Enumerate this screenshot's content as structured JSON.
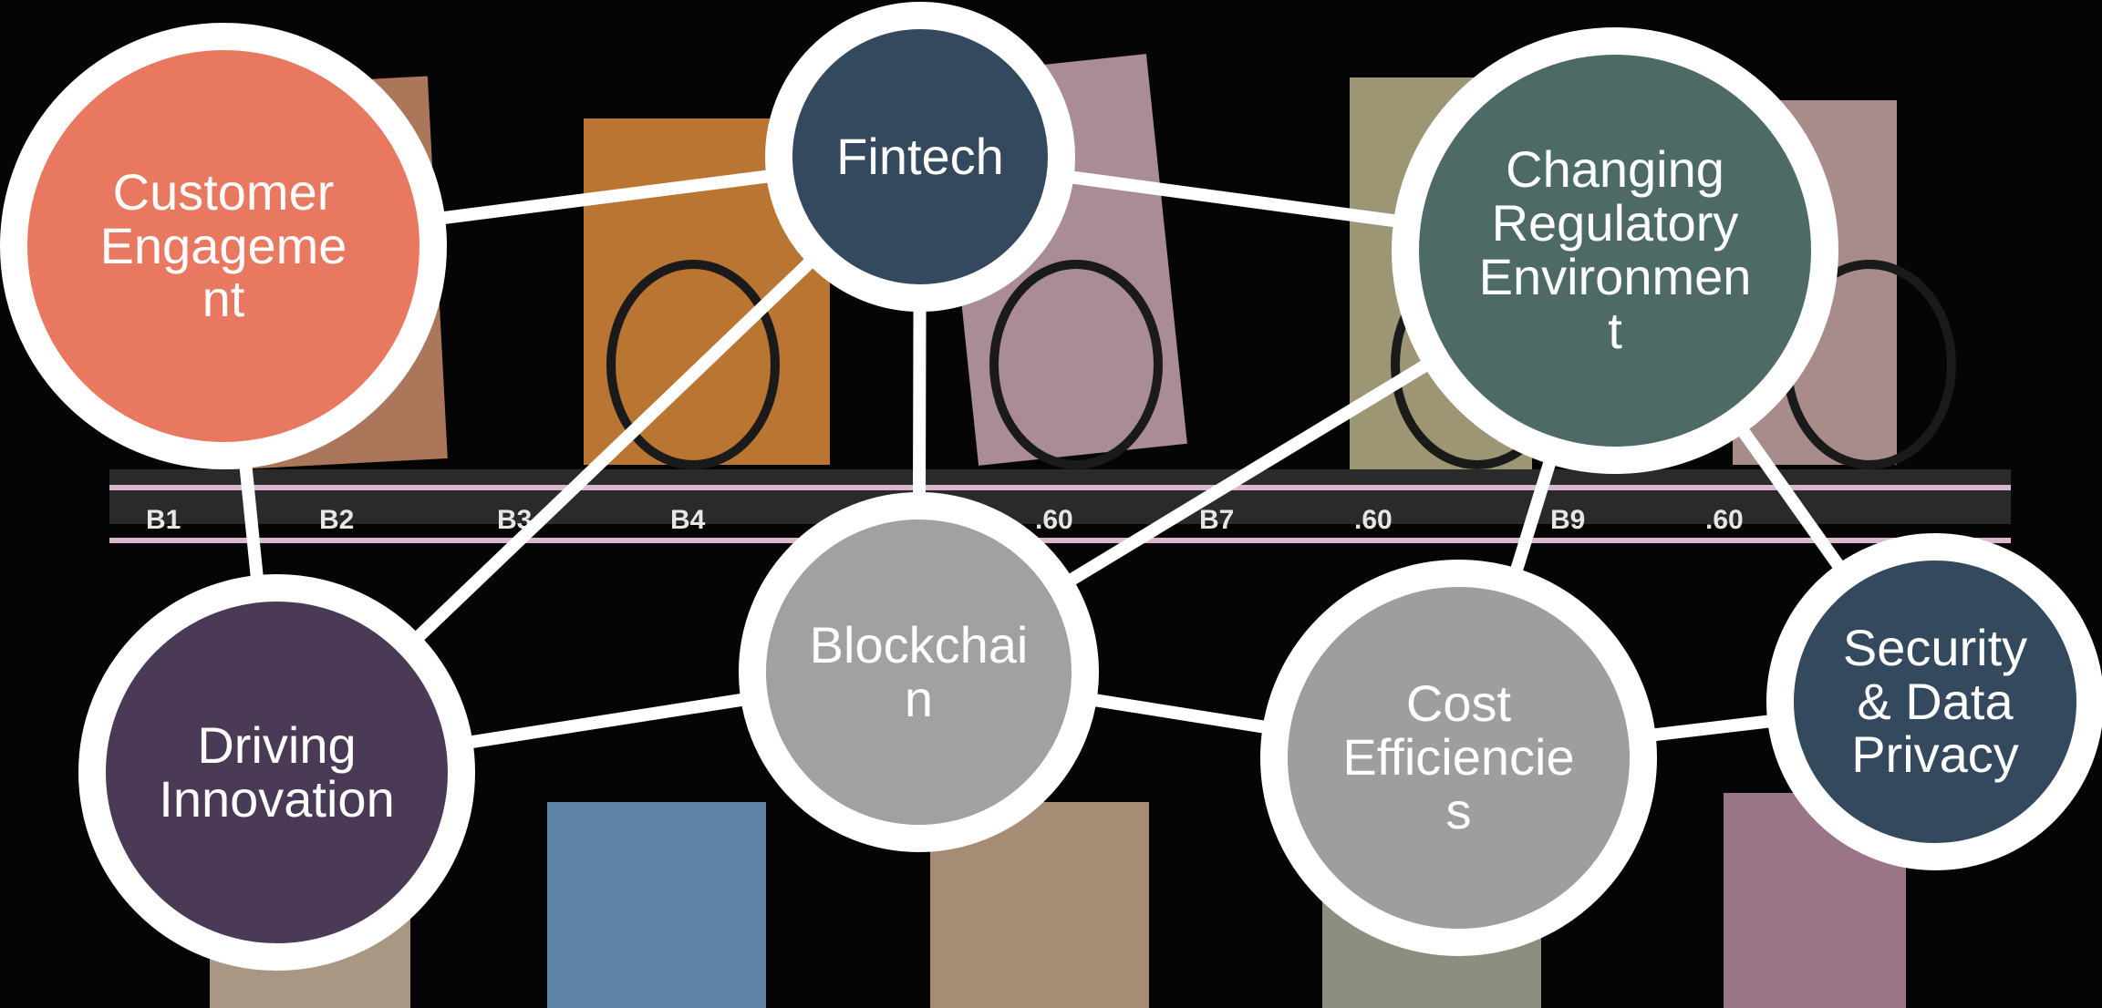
{
  "background": {
    "slot_labels": [
      "B1",
      "B2",
      "B3",
      "B4",
      ".60",
      "B7",
      ".60",
      "B9",
      ".60"
    ],
    "description_colors": {
      "backdrop": "#050505",
      "rail": "#2a2a2a",
      "rail_trim": "#d9b7cf"
    }
  },
  "diagram": {
    "nodes": [
      {
        "id": "customer",
        "label": "Customer Engagement",
        "display": "Customer\nEngageme\nnt",
        "color": "#e8785f"
      },
      {
        "id": "fintech",
        "label": "Fintech",
        "display": "Fintech",
        "color": "#34495e"
      },
      {
        "id": "regulatory",
        "label": "Changing Regulatory Environment",
        "display": "Changing\nRegulatory\nEnvironmen\nt",
        "color": "#4e6a66"
      },
      {
        "id": "innovation",
        "label": "Driving Innovation",
        "display": "Driving\nInnovation",
        "color": "#4a3a56"
      },
      {
        "id": "blockchain",
        "label": "Blockchain",
        "display": "Blockchai\nn",
        "color": "#9fa1a3"
      },
      {
        "id": "cost",
        "label": "Cost Efficiencies",
        "display": "Cost\nEfficiencie\ns",
        "color": "#9c9ea0"
      },
      {
        "id": "security",
        "label": "Security & Data Privacy",
        "display": "Security\n& Data\nPrivacy",
        "color": "#34495e"
      }
    ],
    "edges": [
      [
        "customer",
        "fintech"
      ],
      [
        "customer",
        "innovation"
      ],
      [
        "fintech",
        "innovation"
      ],
      [
        "fintech",
        "blockchain"
      ],
      [
        "fintech",
        "regulatory"
      ],
      [
        "regulatory",
        "blockchain"
      ],
      [
        "regulatory",
        "cost"
      ],
      [
        "regulatory",
        "security"
      ],
      [
        "innovation",
        "blockchain"
      ],
      [
        "blockchain",
        "cost"
      ],
      [
        "cost",
        "security"
      ]
    ],
    "edge_color": "#ffffff"
  }
}
